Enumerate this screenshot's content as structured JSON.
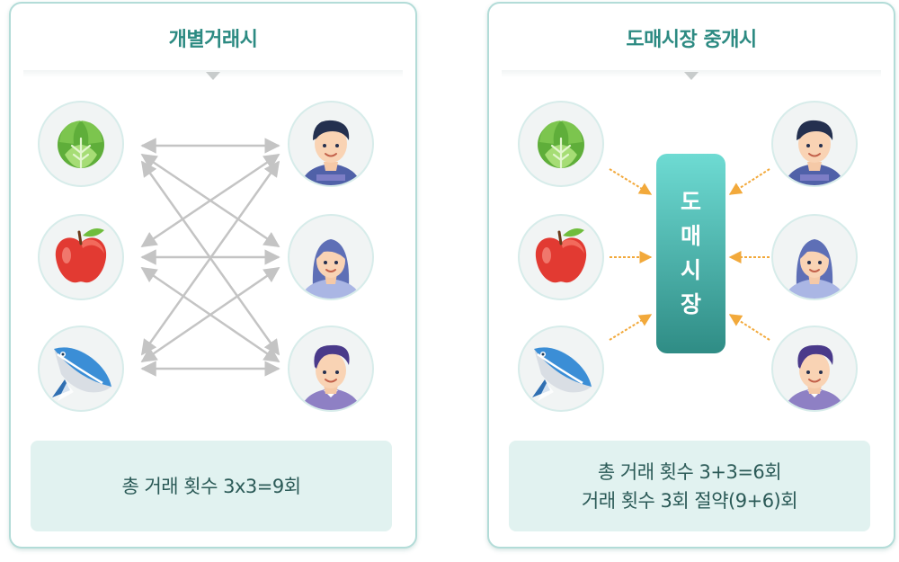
{
  "left_panel": {
    "title": "개별거래시",
    "summary": [
      "총 거래 횟수 3x3=9회"
    ]
  },
  "right_panel": {
    "title": "도매시장 중개시",
    "market_chars": [
      "도",
      "매",
      "시",
      "장"
    ],
    "summary": [
      "총 거래 횟수 3+3=6회",
      "거래 횟수 3회 절약(9+6)회"
    ]
  },
  "producers": [
    {
      "icon": "cabbage-icon"
    },
    {
      "icon": "apple-icon"
    },
    {
      "icon": "fish-icon"
    }
  ],
  "consumers": [
    {
      "icon": "man-avatar-icon"
    },
    {
      "icon": "woman-avatar-icon"
    },
    {
      "icon": "young-man-avatar-icon"
    }
  ],
  "colors": {
    "title": "#2c8a82",
    "panel_border": "#b3dcd8",
    "summary_bg": "#e1f2f0",
    "direct_arrow": "#c4c4c4",
    "market_arrow": "#f2a93b",
    "market_box_top": "#6edbd3",
    "market_box_bottom": "#2f8c85"
  }
}
